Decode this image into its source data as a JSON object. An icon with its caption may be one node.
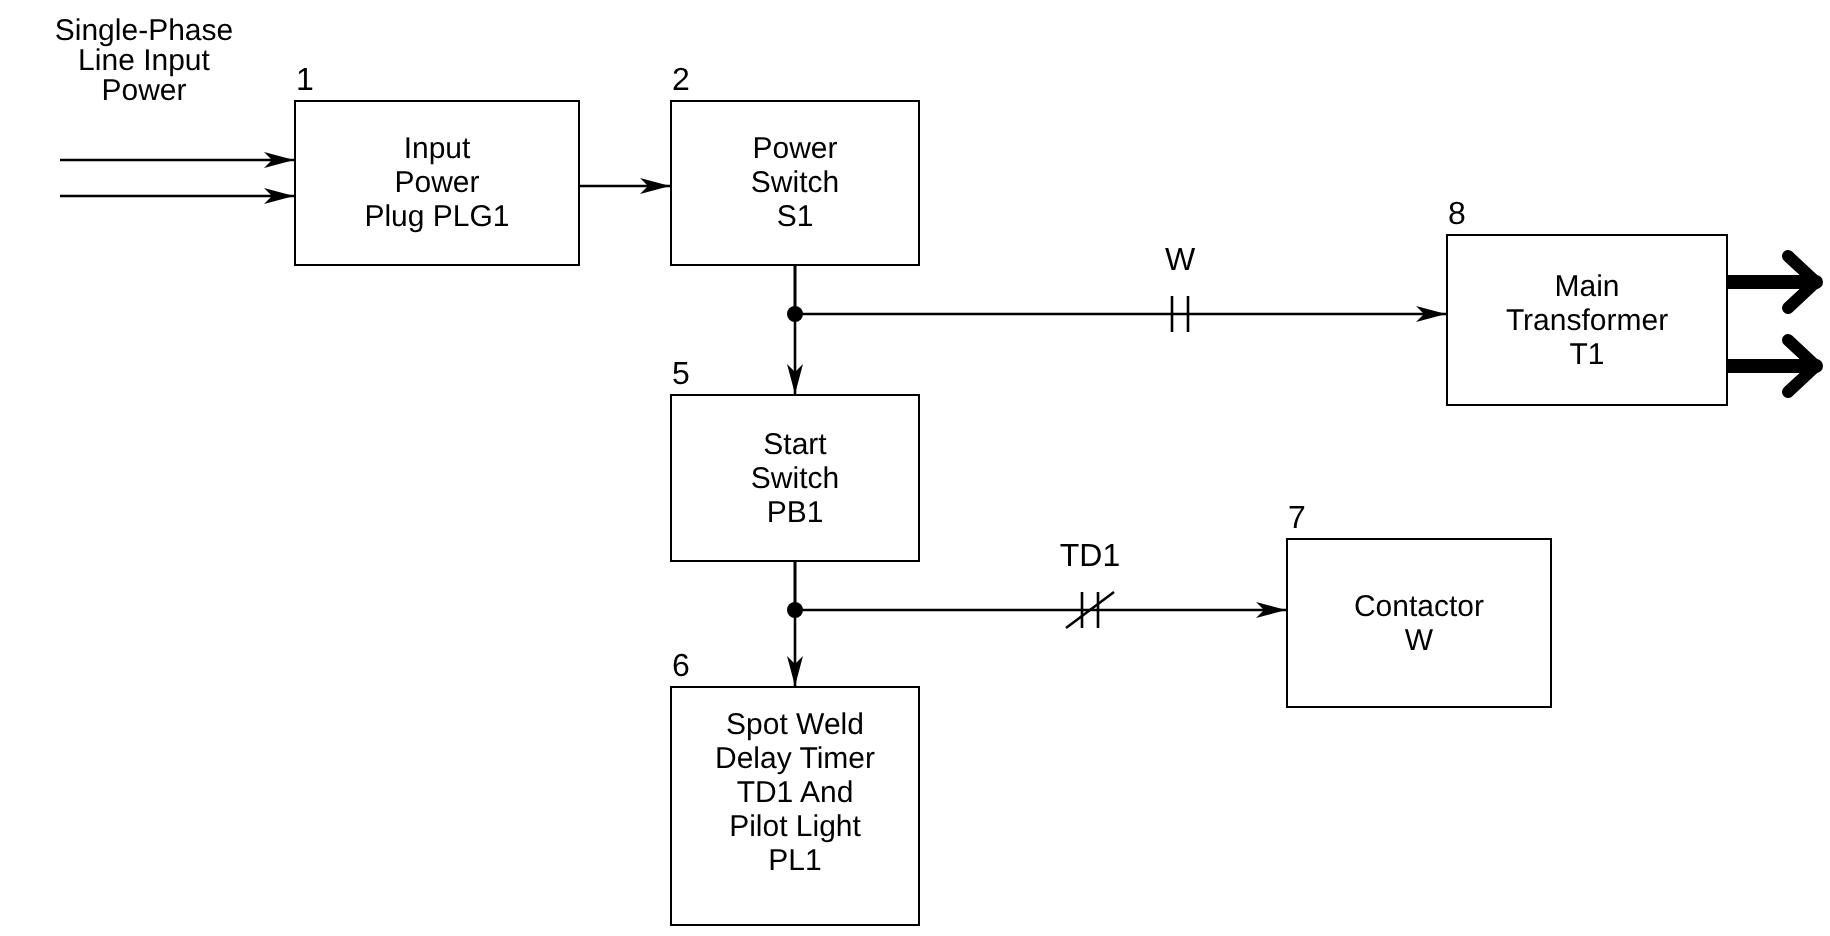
{
  "diagram": {
    "nodes": [
      {
        "text": [
          "Input Power Plug PLG1"
        ],
        "beside": [
          "1"
        ]
      },
      {
        "text": [
          "Power Switch S1"
        ],
        "beside": [
          "2"
        ]
      },
      {
        "text": [
          "Start Switch PB1"
        ],
        "beside": [
          "5"
        ]
      },
      {
        "text": [
          "Spot Weld Delay Timer TD1 And Pilot Light PL1"
        ],
        "beside": [
          "6"
        ]
      },
      {
        "text": [
          "Contactor W"
        ],
        "beside": [
          "7"
        ]
      },
      {
        "text": [
          "Main Transformer T1"
        ],
        "beside": [
          "8"
        ]
      }
    ],
    "edges": [
      {
        "from": null,
        "to": 0,
        "arrow": "to"
      },
      {
        "from": null,
        "to": 0,
        "arrow": "to"
      },
      {
        "from": 0,
        "to": 1,
        "arrow": "to"
      },
      {
        "from": 1,
        "to": 2,
        "arrow": "to"
      },
      {
        "from": 1,
        "to": 5,
        "arrow": "to",
        "label": "W"
      },
      {
        "from": 2,
        "to": 3,
        "arrow": "to"
      },
      {
        "from": 2,
        "to": 4,
        "arrow": "to",
        "label": "TD1"
      },
      {
        "from": 5,
        "to": null,
        "arrow": "to",
        "style": "thick"
      },
      {
        "from": 5,
        "to": null,
        "arrow": "to",
        "style": "thick"
      }
    ],
    "labels": [
      "Single-Phase Line Input Power"
    ]
  }
}
